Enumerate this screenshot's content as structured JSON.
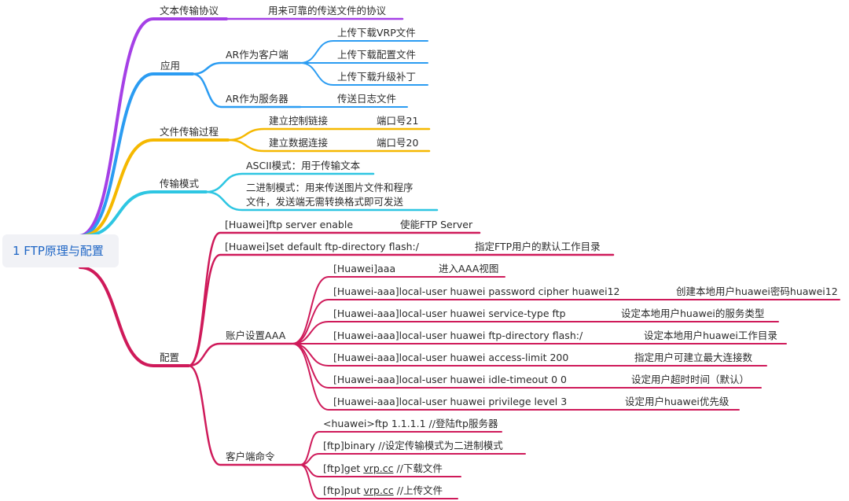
{
  "root": {
    "label": "1 FTP原理与配置"
  },
  "colors": {
    "purple": "#a540e6",
    "blue": "#2b9cf2",
    "yellow": "#f5b800",
    "cyan": "#2ec6e2",
    "crimson": "#cf1a5a",
    "root_text": "#1f66c5"
  },
  "branches": {
    "protocol": {
      "label": "文本传输协议",
      "desc": "用来可靠的传送文件的协议"
    },
    "app": {
      "label": "应用",
      "client": {
        "label": "AR作为客户端",
        "items": [
          "上传下载VRP文件",
          "上传下载配置文件",
          "上传下载升级补丁"
        ]
      },
      "server": {
        "label": "AR作为服务器",
        "items": [
          "传送日志文件"
        ]
      }
    },
    "process": {
      "label": "文件传输过程",
      "items": [
        {
          "label": "建立控制链接",
          "port": "端口号21"
        },
        {
          "label": "建立数据连接",
          "port": "端口号20"
        }
      ]
    },
    "mode": {
      "label": "传输模式",
      "ascii": "ASCII模式：用于传输文本",
      "binary_line1": "二进制模式：用来传送图片文件和程序",
      "binary_line2": "文件，发送端无需转换格式即可发送"
    },
    "config": {
      "label": "配置",
      "cmds": [
        {
          "cmd": "[Huawei]ftp server enable",
          "desc": "使能FTP Server"
        },
        {
          "cmd": "[Huawei]set default ftp-directory flash:/",
          "desc": "指定FTP用户的默认工作目录"
        }
      ],
      "aaa": {
        "label": "账户设置AAA",
        "items": [
          {
            "cmd": "[Huawei]aaa",
            "desc": "进入AAA视图"
          },
          {
            "cmd": "[Huawei-aaa]local-user huawei password cipher huawei12",
            "desc": "创建本地用户huawei密码huawei12"
          },
          {
            "cmd": "[Huawei-aaa]local-user huawei service-type ftp",
            "desc": "设定本地用户huawei的服务类型"
          },
          {
            "cmd": "[Huawei-aaa]local-user huawei ftp-directory flash:/",
            "desc": "设定本地用户huawei工作目录"
          },
          {
            "cmd": "[Huawei-aaa]local-user huawei access-limit 200",
            "desc": "指定用户可建立最大连接数"
          },
          {
            "cmd": "[Huawei-aaa]local-user huawei idle-timeout 0 0",
            "desc": "设定用户超时时间（默认）"
          },
          {
            "cmd": "[Huawei-aaa]local-user huawei privilege level 3",
            "desc": "设定用户huawei优先级"
          }
        ]
      },
      "client": {
        "label": "客户端命令",
        "items": [
          {
            "pre": "<huawei>ftp 1.1.1.1  //登陆ftp服务器",
            "file": "",
            "post": ""
          },
          {
            "pre": "[ftp]binary   //设定传输模式为二进制模式",
            "file": "",
            "post": ""
          },
          {
            "pre": "[ftp]get ",
            "file": "vrp.cc",
            "post": "   //下载文件"
          },
          {
            "pre": "[ftp]put ",
            "file": "vrp.cc",
            "post": "  //上传文件"
          }
        ]
      }
    }
  }
}
